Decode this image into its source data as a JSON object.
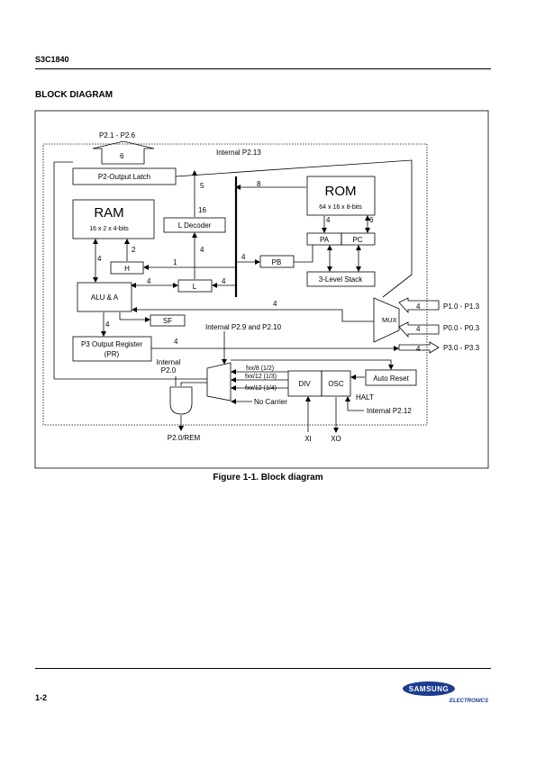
{
  "header": {
    "doc_id": "S3C1840"
  },
  "section": {
    "title": "BLOCK DIAGRAM"
  },
  "diagram": {
    "ports_top": "P2.1 - P2.6",
    "width_6": "6",
    "internal_p213": "Internal P2.13",
    "p2_latch": "P2-Output Latch",
    "rom": "ROM",
    "rom_sub": "64 x 16 x 8-bits",
    "ram": "RAM",
    "ram_sub": "16 x 2 x 4-bits",
    "l_decoder": "L Decoder",
    "pa": "PA",
    "pc": "PC",
    "pb": "PB",
    "stack": "3-Level Stack",
    "h": "H",
    "l": "L",
    "alu": "ALU & A",
    "sf": "SF",
    "mux": "MUX",
    "p3_reg_1": "P3 Output Register",
    "p3_reg_2": "(PR)",
    "internal_p29_210": "Internal P2.9 and P2.10",
    "internal_p20_1": "Internal",
    "internal_p20_2": "P2.0",
    "div": "DIV",
    "osc": "OSC",
    "auto_reset": "Auto Reset",
    "halt": "HALT",
    "internal_p212": "Internal P2.12",
    "fxx8": "fxx/8 (1/2)",
    "fxx12a": "fxx/12 (1/3)",
    "fxx12b": "fxx/12 (1/4)",
    "no_carrier": "No Carrier",
    "p20_rem": "P2.0/REM",
    "xi": "XI",
    "xo": "XO",
    "p1": "P1.0 - P1.3",
    "p0": "P0.0 - P0.3",
    "p3": "P3.0 - P3.3",
    "n8": "8",
    "n5": "5",
    "n16": "16",
    "n4": "4",
    "n2": "2",
    "n1": "1"
  },
  "caption": "Figure 1-1. Block diagram",
  "footer": {
    "page_number": "1-2",
    "brand": "SAMSUNG",
    "brand_sub": "ELECTRONICS"
  }
}
